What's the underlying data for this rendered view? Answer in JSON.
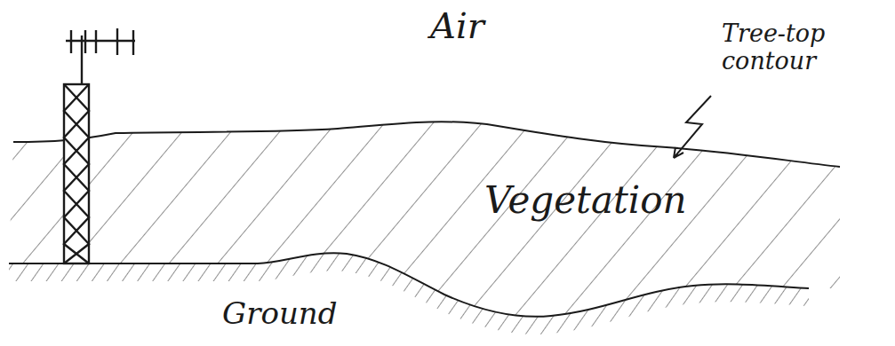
{
  "diagram": {
    "labels": [
      "Air",
      "Tree-top contour",
      "Vegetation",
      "Ground"
    ]
  }
}
